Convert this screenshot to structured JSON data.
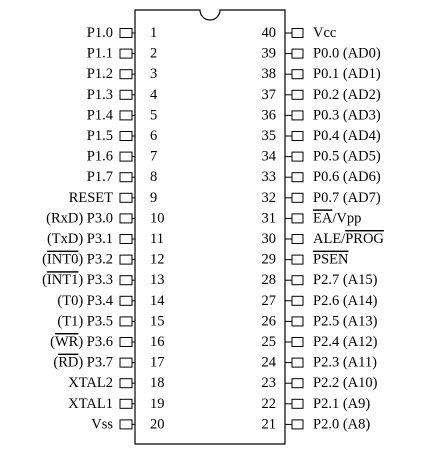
{
  "left_pins": [
    {
      "num": "1",
      "label": "P1.0",
      "parts": [
        {
          "t": "P1.0"
        }
      ]
    },
    {
      "num": "2",
      "label": "P1.1",
      "parts": [
        {
          "t": "P1.1"
        }
      ]
    },
    {
      "num": "3",
      "label": "P1.2",
      "parts": [
        {
          "t": "P1.2"
        }
      ]
    },
    {
      "num": "4",
      "label": "P1.3",
      "parts": [
        {
          "t": "P1.3"
        }
      ]
    },
    {
      "num": "5",
      "label": "P1.4",
      "parts": [
        {
          "t": "P1.4"
        }
      ]
    },
    {
      "num": "6",
      "label": "P1.5",
      "parts": [
        {
          "t": "P1.5"
        }
      ]
    },
    {
      "num": "7",
      "label": "P1.6",
      "parts": [
        {
          "t": "P1.6"
        }
      ]
    },
    {
      "num": "8",
      "label": "P1.7",
      "parts": [
        {
          "t": "P1.7"
        }
      ]
    },
    {
      "num": "9",
      "label": "RESET",
      "parts": [
        {
          "t": "RESET"
        }
      ]
    },
    {
      "num": "10",
      "label": "(RxD) P3.0",
      "parts": [
        {
          "t": "(RxD) P3.0"
        }
      ]
    },
    {
      "num": "11",
      "label": "(TxD) P3.1",
      "parts": [
        {
          "t": "(TxD) P3.1"
        }
      ]
    },
    {
      "num": "12",
      "label": "(INT0) P3.2",
      "parts": [
        {
          "t": "("
        },
        {
          "t": "INT0",
          "ov": true
        },
        {
          "t": ") P3.2"
        }
      ]
    },
    {
      "num": "13",
      "label": "(INT1) P3.3",
      "parts": [
        {
          "t": "("
        },
        {
          "t": "INT1",
          "ov": true
        },
        {
          "t": ") P3.3"
        }
      ]
    },
    {
      "num": "14",
      "label": "(T0) P3.4",
      "parts": [
        {
          "t": "(T0) P3.4"
        }
      ]
    },
    {
      "num": "15",
      "label": "(T1) P3.5",
      "parts": [
        {
          "t": "(T1) P3.5"
        }
      ]
    },
    {
      "num": "16",
      "label": "(WR) P3.6",
      "parts": [
        {
          "t": "("
        },
        {
          "t": "WR",
          "ov": true
        },
        {
          "t": ") P3.6"
        }
      ]
    },
    {
      "num": "17",
      "label": "(RD) P3.7",
      "parts": [
        {
          "t": "("
        },
        {
          "t": "RD",
          "ov": true
        },
        {
          "t": ") P3.7"
        }
      ]
    },
    {
      "num": "18",
      "label": "XTAL2",
      "parts": [
        {
          "t": "XTAL2"
        }
      ]
    },
    {
      "num": "19",
      "label": "XTAL1",
      "parts": [
        {
          "t": "XTAL1"
        }
      ]
    },
    {
      "num": "20",
      "label": "Vss",
      "parts": [
        {
          "t": "Vss"
        }
      ]
    }
  ],
  "right_pins": [
    {
      "num": "40",
      "label": "Vcc",
      "parts": [
        {
          "t": "Vcc"
        }
      ]
    },
    {
      "num": "39",
      "label": "P0.0 (AD0)",
      "parts": [
        {
          "t": "P0.0 (AD0)"
        }
      ]
    },
    {
      "num": "38",
      "label": "P0.1 (AD1)",
      "parts": [
        {
          "t": "P0.1 (AD1)"
        }
      ]
    },
    {
      "num": "37",
      "label": "P0.2 (AD2)",
      "parts": [
        {
          "t": "P0.2 (AD2)"
        }
      ]
    },
    {
      "num": "36",
      "label": "P0.3 (AD3)",
      "parts": [
        {
          "t": "P0.3 (AD3)"
        }
      ]
    },
    {
      "num": "35",
      "label": "P0.4 (AD4)",
      "parts": [
        {
          "t": "P0.4 (AD4)"
        }
      ]
    },
    {
      "num": "34",
      "label": "P0.5 (AD5)",
      "parts": [
        {
          "t": "P0.5 (AD5)"
        }
      ]
    },
    {
      "num": "33",
      "label": "P0.6 (AD6)",
      "parts": [
        {
          "t": "P0.6 (AD6)"
        }
      ]
    },
    {
      "num": "32",
      "label": "P0.7 (AD7)",
      "parts": [
        {
          "t": "P0.7 (AD7)"
        }
      ]
    },
    {
      "num": "31",
      "label": "EA/Vpp",
      "parts": [
        {
          "t": "EA",
          "ov": true
        },
        {
          "t": "/Vpp"
        }
      ]
    },
    {
      "num": "30",
      "label": "ALE/PROG",
      "parts": [
        {
          "t": "ALE/"
        },
        {
          "t": "PROG",
          "ov": true
        }
      ]
    },
    {
      "num": "29",
      "label": "PSEN",
      "parts": [
        {
          "t": "PSEN",
          "ov": true
        }
      ]
    },
    {
      "num": "28",
      "label": "P2.7 (A15)",
      "parts": [
        {
          "t": "P2.7 (A15)"
        }
      ]
    },
    {
      "num": "27",
      "label": "P2.6 (A14)",
      "parts": [
        {
          "t": "P2.6 (A14)"
        }
      ]
    },
    {
      "num": "26",
      "label": "P2.5 (A13)",
      "parts": [
        {
          "t": "P2.5 (A13)"
        }
      ]
    },
    {
      "num": "25",
      "label": "P2.4 (A12)",
      "parts": [
        {
          "t": "P2.4 (A12)"
        }
      ]
    },
    {
      "num": "24",
      "label": "P2.3 (A11)",
      "parts": [
        {
          "t": "P2.3 (A11)"
        }
      ]
    },
    {
      "num": "23",
      "label": "P2.2 (A10)",
      "parts": [
        {
          "t": "P2.2 (A10)"
        }
      ]
    },
    {
      "num": "22",
      "label": "P2.1 (A9)",
      "parts": [
        {
          "t": "P2.1 (A9)"
        }
      ]
    },
    {
      "num": "21",
      "label": "P2.0 (A8)",
      "parts": [
        {
          "t": "P2.0 (A8)"
        }
      ]
    }
  ]
}
